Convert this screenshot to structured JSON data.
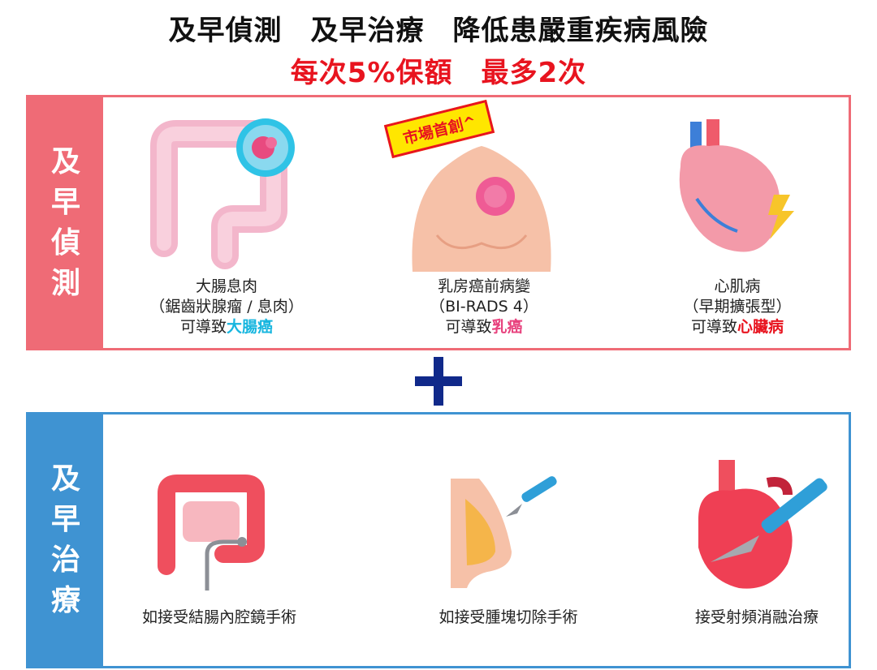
{
  "header": {
    "title": "及早偵測　及早治療　降低患嚴重疾病風險",
    "subtitle": "每次5%保額　最多2次"
  },
  "detect": {
    "side_label": [
      "及",
      "早",
      "偵",
      "測"
    ],
    "badge": "市場首創^",
    "items": [
      {
        "line1": "大腸息肉",
        "line2": "（鋸齒狀腺瘤 / 息肉）",
        "prefix": "可導致",
        "highlight": "大腸癌"
      },
      {
        "line1": "乳房癌前病變",
        "line2": "（BI-RADS 4）",
        "prefix": "可導致",
        "highlight": "乳癌"
      },
      {
        "line1": "心肌病",
        "line2": "（早期擴張型）",
        "prefix": "可導致",
        "highlight": "心臟病"
      }
    ]
  },
  "treat": {
    "side_label": [
      "及",
      "早",
      "治",
      "療"
    ],
    "items": [
      {
        "label": "如接受結腸內腔鏡手術"
      },
      {
        "label": "如接受腫塊切除手術"
      },
      {
        "label": "接受射頻消融治療"
      }
    ]
  },
  "colors": {
    "detect_accent": "#ef6b76",
    "treat_accent": "#3f93d2",
    "title_red": "#e8141f",
    "plus_navy": "#10298a"
  },
  "icons": [
    "colon-polyp-icon",
    "breast-lesion-icon",
    "heart-disease-icon",
    "colonoscopy-icon",
    "breast-surgery-icon",
    "heart-ablation-icon"
  ]
}
